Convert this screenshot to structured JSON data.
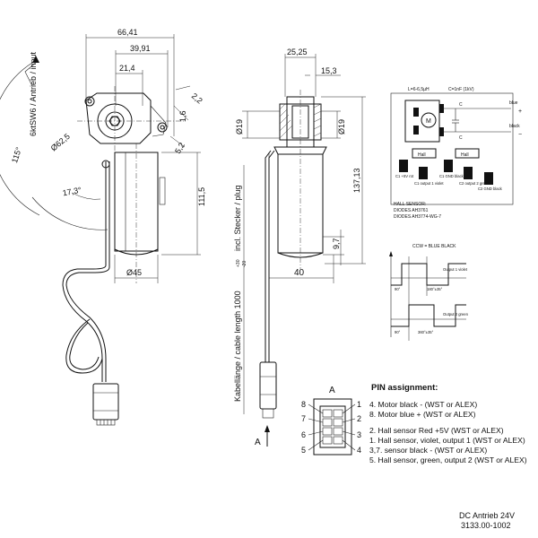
{
  "dimensions": {
    "width_overall": "66,41",
    "width_2": "39,91",
    "width_3": "21,4",
    "hole_spacing": "2,2",
    "hole_dia": "1,6",
    "offset": "5,2",
    "height_body": "111,5",
    "dia_bolt_circle": "Ø62,5",
    "dia_motor": "Ø45",
    "shaft_top": "25,25",
    "shaft_right": "15,3",
    "shaft_dia_left": "Ø19",
    "shaft_dia_right": "Ø19",
    "height_overall": "137,13",
    "bottom_height": "9,7",
    "depth": "40",
    "angle_swing": "115°",
    "angle_small": "17,3°",
    "input_label": "6ktSW6 / Antrieb / input",
    "cable_label": "Kabellänge / cable length 1000",
    "cable_tol": "+30",
    "cable_tol2": "-20",
    "cable_incl": "incl. Stecker / plug"
  },
  "section_marker": {
    "label_top": "A",
    "label_side": "A"
  },
  "schematic": {
    "inductance": "L=6-6,5µH",
    "capacitance": "C=1nF (1kV)",
    "motor_symbol": "M",
    "cap_label_1": "C",
    "cap_label_2": "C",
    "blue_label": "blue",
    "black_label": "black",
    "blue_sign": "+",
    "black_sign": "−",
    "hall_1": "Hall",
    "hall_2": "Hall",
    "wire_1": "C1 +5V rot",
    "wire_2": "C1 output 1 violet",
    "wire_3": "C1 GND black",
    "wire_4": "C2 output 2 green",
    "wire_5": "C2 GND black",
    "hall_sensor_heading": "HALL SENSOR:",
    "diodes_1": "DIODES AH3761",
    "diodes_2": "DIODES AH3774-WG-7"
  },
  "timing": {
    "direction_label": "CCW = BLUE BLACK",
    "output1_label": "Output 1 violet",
    "output2_label": "Output 2 green",
    "phase_90a": "90°",
    "phase_180": "180°±35°",
    "phase_90b": "90°",
    "phase_360": "360°±35°"
  },
  "pins": {
    "title": "PIN assignment:",
    "lines": [
      "4. Motor  black -  (WST or ALEX)",
      "8. Motor  blue  +  (WST or ALEX)",
      "",
      "2. Hall sensor Red +5V (WST or ALEX)",
      "1. Hall sensor, violet, output 1 (WST or ALEX)",
      "3,7. sensor black - (WST or ALEX)",
      "5. Hall sensor, green, output 2 (WST or ALEX)"
    ],
    "connector_left": [
      "8",
      "7",
      "6",
      "5"
    ],
    "connector_right": [
      "1",
      "2",
      "3",
      "4"
    ]
  },
  "title_block": {
    "line1": "DC Antrieb 24V",
    "line2": "3133.00-1002"
  }
}
